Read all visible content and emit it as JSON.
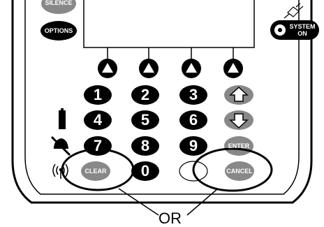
{
  "top_buttons": {
    "silence_label": "SILENCE",
    "options_label": "OPTIONS"
  },
  "system_on": {
    "line1": "SYSTEM",
    "line2": "ON",
    "icon": "power-plug-icon"
  },
  "softkeys": [
    {
      "icon": "up-triangle-icon"
    },
    {
      "icon": "up-triangle-icon"
    },
    {
      "icon": "up-triangle-icon"
    },
    {
      "icon": "up-triangle-icon"
    }
  ],
  "keypad": {
    "digits": [
      "1",
      "2",
      "3",
      "4",
      "5",
      "6",
      "7",
      "8",
      "9",
      "0"
    ],
    "enter_label": "ENTER",
    "clear_label": "CLEAR",
    "cancel_label": "CANCEL"
  },
  "indicators": [
    "battery-icon",
    "alarm-muted-icon",
    "wireless-signal-icon"
  ],
  "annotation": {
    "connector_text": "OR"
  },
  "colors": {
    "body": "#000000",
    "grey_key": "#888888",
    "white": "#ffffff"
  }
}
